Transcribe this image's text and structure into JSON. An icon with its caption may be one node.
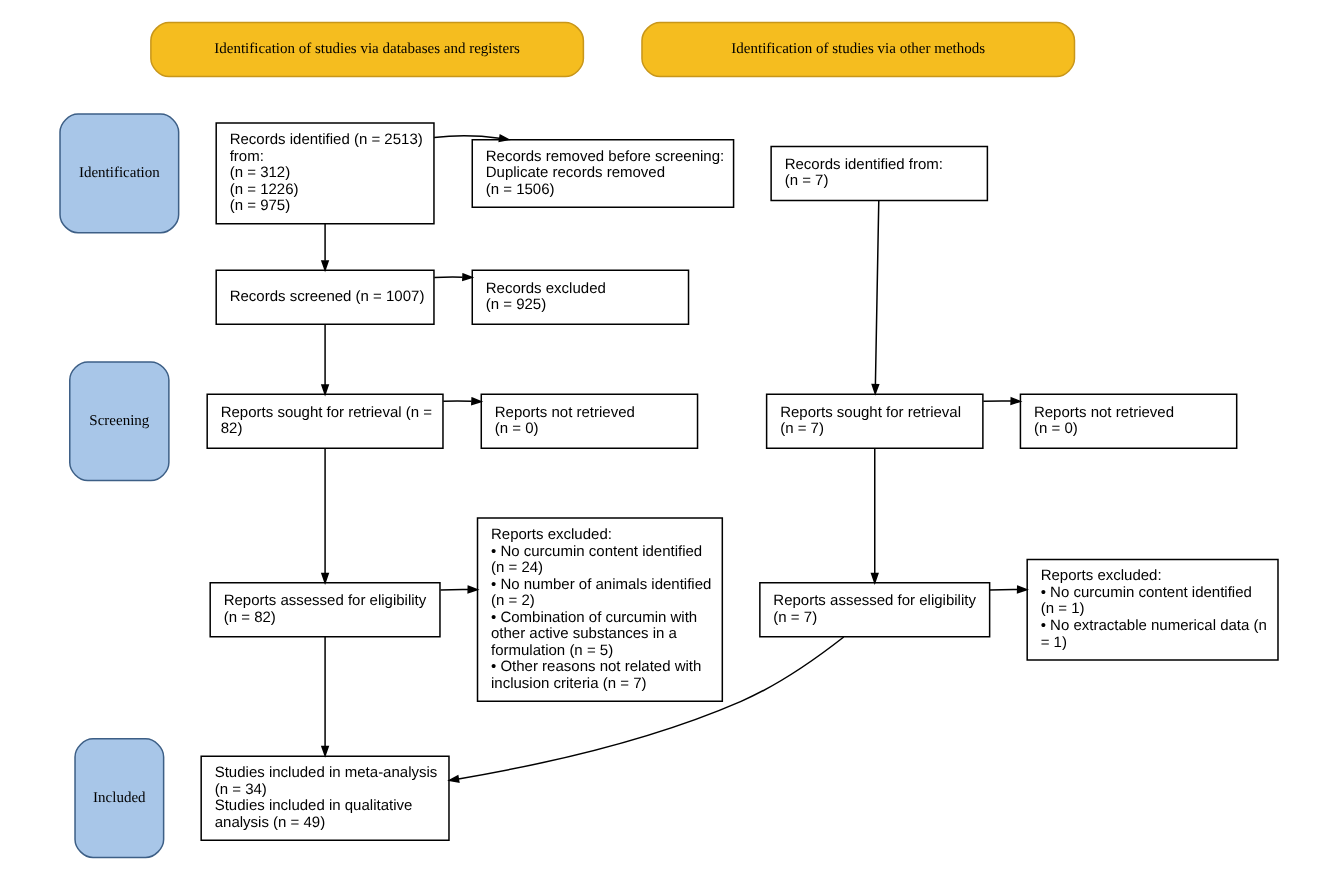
{
  "diagram": {
    "nodes": [
      {
        "text": [
          "Identification of studies via databases and registers"
        ]
      },
      {
        "text": [
          "Identification of studies via other methods"
        ]
      },
      {
        "text": [
          "Identification"
        ]
      },
      {
        "text": [
          "Screening"
        ]
      },
      {
        "text": [
          "Included"
        ]
      },
      {
        "text": [
          "Records identified (n = 2513) from:",
          "(n = 312)",
          "(n = 1226)",
          "(n = 975)"
        ]
      },
      {
        "text": [
          "Records removed before screening:",
          "Duplicate records removed",
          "(n = 1506)"
        ]
      },
      {
        "text": [
          "Records identified from:",
          "(n = 7)"
        ]
      },
      {
        "text": [
          "Records screened (n = 1007)"
        ]
      },
      {
        "text": [
          "Records excluded",
          "(n = 925)"
        ]
      },
      {
        "text": [
          "Reports sought for retrieval (n = 82)"
        ]
      },
      {
        "text": [
          "Reports not retrieved",
          "(n = 0)"
        ]
      },
      {
        "text": [
          "Reports sought for retrieval",
          "(n = 7)"
        ]
      },
      {
        "text": [
          "Reports not retrieved",
          "(n = 0)"
        ]
      },
      {
        "text": [
          "Reports assessed for eligibility",
          "(n = 82)"
        ]
      },
      {
        "text": [
          "Reports excluded:",
          "• No curcumin content identified (n = 24)",
          "• No number of animals identified (n = 2)",
          "• Combination of curcumin with other active substances in a formulation (n = 5)",
          "• Other reasons not related with inclusion criteria (n = 7)"
        ]
      },
      {
        "text": [
          "Reports assessed for eligibility",
          "(n = 7)"
        ]
      },
      {
        "text": [
          "Reports excluded:",
          "• No curcumin content identified (n = 1)",
          "• No extractable numerical data (n = 1)"
        ]
      },
      {
        "text": [
          "Studies included in meta-analysis (n = 34)",
          "Studies included in qualitative analysis (n = 49)"
        ]
      }
    ],
    "edges": [
      {
        "from": 5,
        "to": 6,
        "arrow": "to"
      },
      {
        "from": 5,
        "to": 8,
        "arrow": "to"
      },
      {
        "from": 8,
        "to": 9,
        "arrow": "to"
      },
      {
        "from": 8,
        "to": 10,
        "arrow": "to"
      },
      {
        "from": 10,
        "to": 11,
        "arrow": "to"
      },
      {
        "from": 10,
        "to": 14,
        "arrow": "to"
      },
      {
        "from": 14,
        "to": 15,
        "arrow": "to"
      },
      {
        "from": 14,
        "to": 18,
        "arrow": "to"
      },
      {
        "from": 7,
        "to": 12,
        "arrow": "to"
      },
      {
        "from": 12,
        "to": 13,
        "arrow": "to"
      },
      {
        "from": 12,
        "to": 16,
        "arrow": "to"
      },
      {
        "from": 16,
        "to": 17,
        "arrow": "to"
      },
      {
        "from": 16,
        "to": 18,
        "arrow": "to"
      }
    ]
  }
}
